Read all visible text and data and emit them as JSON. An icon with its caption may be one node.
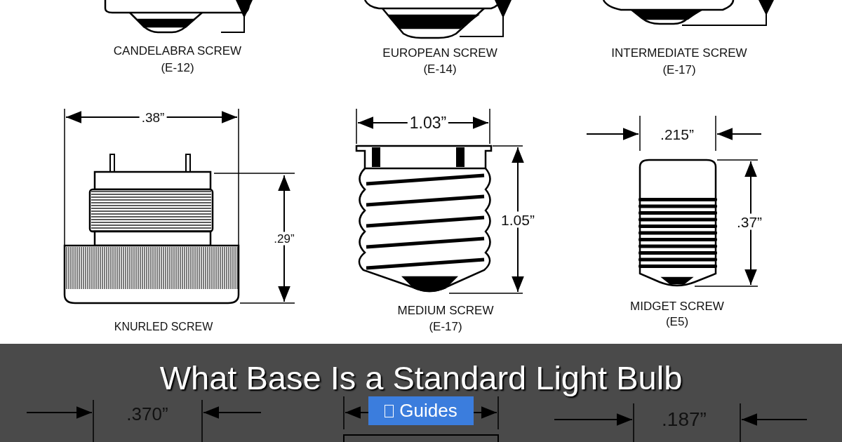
{
  "diagram": {
    "title": "What Base Is a Standard Light Bulb",
    "labels": [
      "CANDELABRA SCREW",
      "(E-12)",
      "EUROPEAN SCREW",
      "(E-14)",
      "INTERMEDIATE SCREW",
      "(E-17)",
      ".38”",
      "1.03”",
      ".215”",
      "1.05”",
      ".37”",
      ".29”",
      "KNURLED SCREW",
      "MEDIUM SCREW",
      "(E-17)",
      "MIDGET SCREW",
      "(E5)",
      "Guides",
      ".370”",
      ".187”"
    ]
  }
}
